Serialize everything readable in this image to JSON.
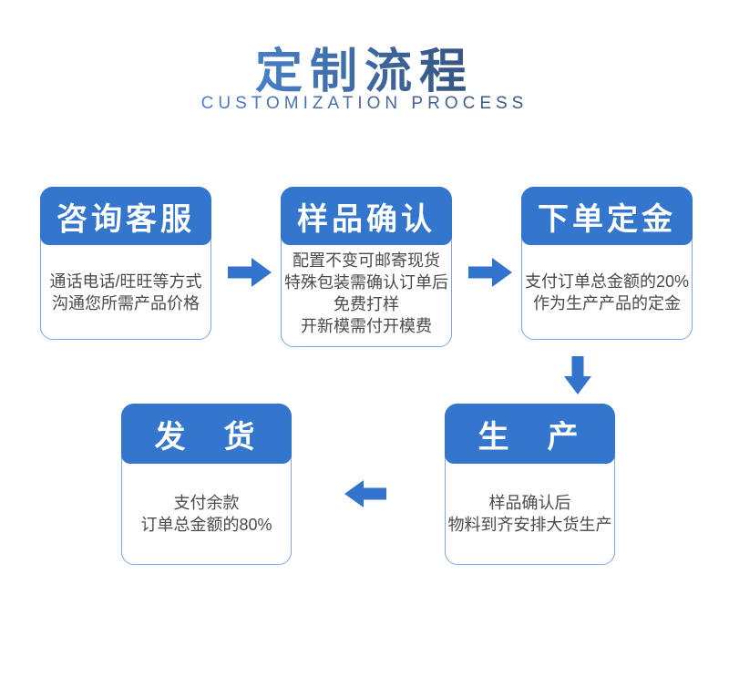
{
  "header": {
    "title": "定制流程",
    "subtitle": "CUSTOMIZATION PROCESS"
  },
  "steps": [
    {
      "id": "consult",
      "title": "咨询客服",
      "lines": [
        "通话电话/旺旺等方式",
        "沟通您所需产品价格"
      ]
    },
    {
      "id": "sample",
      "title": "样品确认",
      "lines": [
        "配置不变可邮寄现货",
        "特殊包装需确认订单后",
        "免费打样",
        "开新模需付开模费"
      ]
    },
    {
      "id": "deposit",
      "title": "下单定金",
      "lines": [
        "支付订单总金额的20%",
        "作为生产产品的定金"
      ]
    },
    {
      "id": "production",
      "title": "生　产",
      "lines": [
        "样品确认后",
        "物料到齐安排大货生产"
      ]
    },
    {
      "id": "shipping",
      "title": "发　货",
      "lines": [
        "支付余款",
        "订单总金额的80%"
      ]
    }
  ],
  "icons": {
    "flow_arrows": [
      "arrow-right",
      "arrow-right",
      "arrow-down",
      "arrow-left"
    ]
  },
  "colors": {
    "header_blue": "#3476CE",
    "arrow_blue": "#3273CD",
    "box_border_blue": "#7FA6DF",
    "body_text": "#4A4A4A",
    "title_gradient_start": "#4F99F1",
    "title_gradient_end": "#2E3A54"
  }
}
